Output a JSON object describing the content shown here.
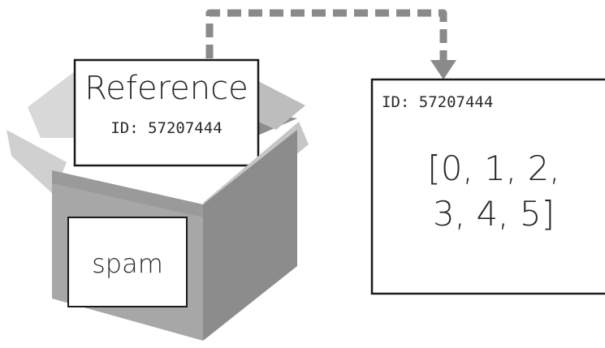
{
  "box": {
    "label": "spam"
  },
  "reference_card": {
    "title": "Reference",
    "id_text": "ID: 57207444"
  },
  "value_panel": {
    "id_text": "ID: 57207444",
    "value_line_1": "[0, 1, 2,",
    "value_line_2": "3, 4, 5]"
  },
  "colors": {
    "box_light": "#e3e3e3",
    "box_mid": "#b3b3b3",
    "box_dark": "#7a7a7a",
    "arrow": "#8a8a8a",
    "outline": "#1a1a1a"
  }
}
